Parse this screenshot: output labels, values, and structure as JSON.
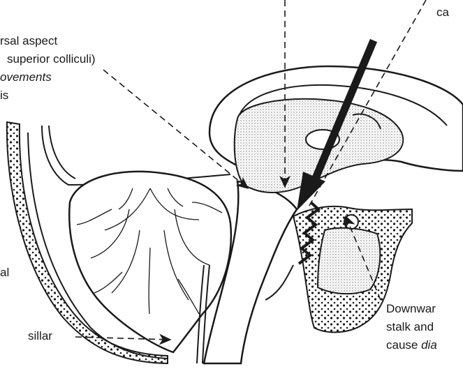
{
  "labels": {
    "top_right": "ca",
    "dorsal_line1": "rsal aspect",
    "dorsal_line2": "superior colliculi)",
    "dorsal_line3": "ovements",
    "dorsal_line4": "is",
    "left_mid": "al",
    "tonsillar": "sillar",
    "downward_line1": "Downwar",
    "downward_line2": "stalk and",
    "downward_line3_plain": "cause ",
    "downward_line3_italic": "dia"
  },
  "colors": {
    "ink": "#1a1a1a",
    "stipple": "#bdbdbd",
    "background": "#ffffff"
  }
}
